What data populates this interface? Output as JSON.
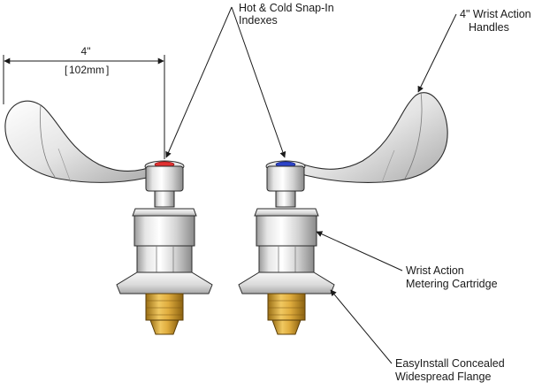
{
  "dimension": {
    "imperial": "4\"",
    "metric_open": "[",
    "metric": "102mm",
    "metric_close": "]"
  },
  "callouts": {
    "indexes": [
      "Hot & Cold Snap-In",
      "Indexes"
    ],
    "handles": [
      "4\" Wrist Action",
      "Handles"
    ],
    "cartridge": [
      "Wrist Action",
      "Metering Cartridge"
    ],
    "flange": [
      "EasyInstall Concealed",
      "Widespread Flange"
    ]
  },
  "colors": {
    "hot_index": "#e03030",
    "cold_index": "#2d43c8",
    "brass": "#d4a23a",
    "chrome_light": "#f2f2f2",
    "chrome_mid": "#c9c9c9",
    "chrome_dark": "#8e8e8e",
    "outline": "#2a2a2a"
  }
}
